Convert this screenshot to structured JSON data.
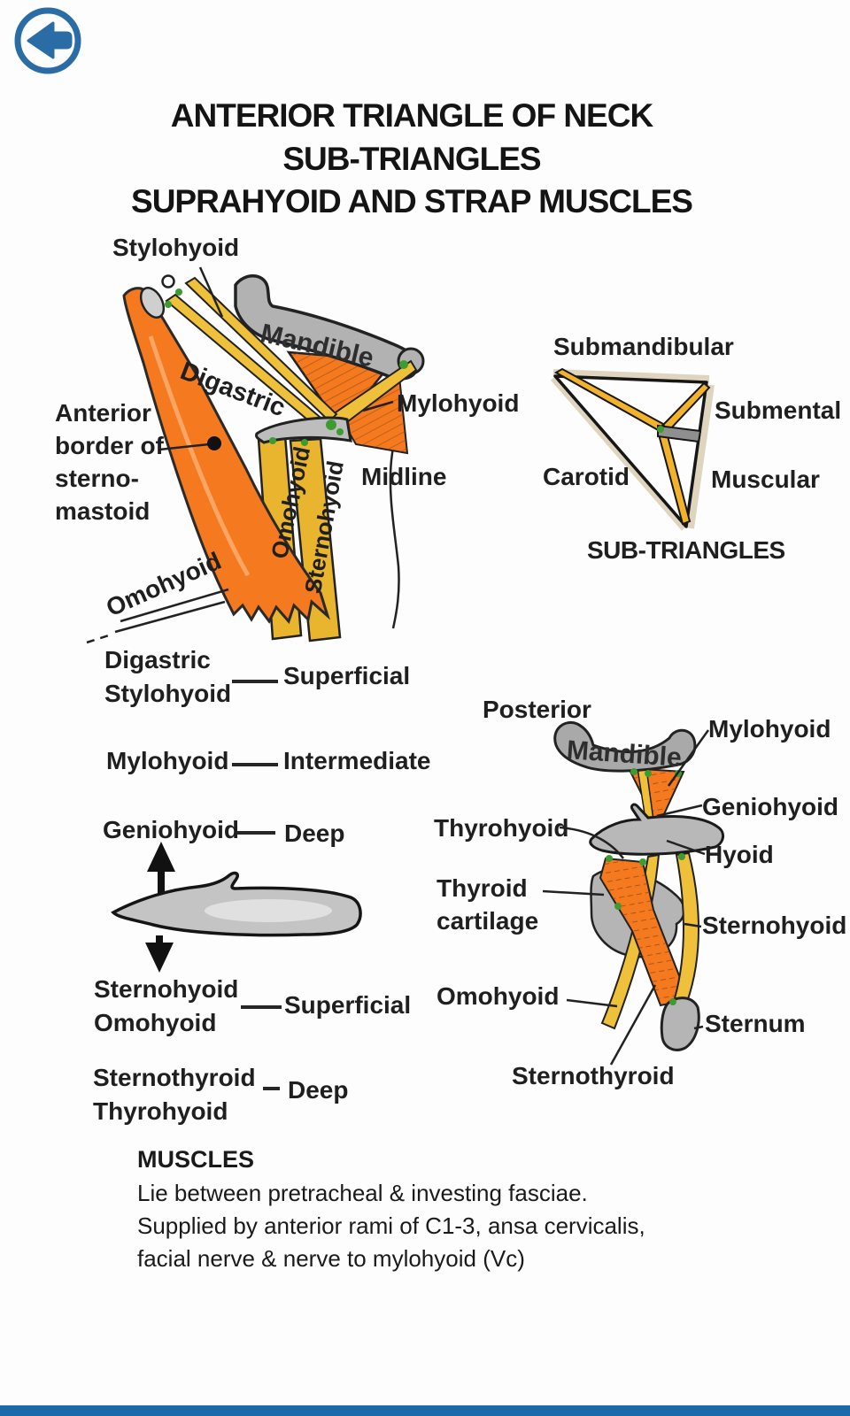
{
  "icons": {
    "back": "left-arrow-in-circle"
  },
  "title": {
    "lines": [
      "ANTERIOR TRIANGLE OF NECK",
      "SUB-TRIANGLES",
      "SUPRAHYOID AND STRAP MUSCLES"
    ]
  },
  "main_diagram": {
    "labels": {
      "stylohyoid": "Stylohyoid",
      "mandible": "Mandible",
      "digastric": "Digastric",
      "mylohyoid": "Mylohyoid",
      "anterior_border_lines": [
        "Anterior",
        "border of",
        "sterno-",
        "mastoid"
      ],
      "midline": "Midline",
      "strap_omohyoid": "Omohyoid",
      "strap_sternohyoid": "Sternohyoid",
      "omohyoid": "Omohyoid"
    }
  },
  "subtriangles": {
    "labels": {
      "submandibular": "Submandibular",
      "submental": "Submental",
      "carotid": "Carotid",
      "muscular": "Muscular"
    },
    "caption": "SUB-TRIANGLES"
  },
  "layers": {
    "groups": [
      {
        "muscles": [
          "Digastric",
          "Stylohyoid"
        ],
        "depth": "Superficial"
      },
      {
        "muscles": [
          "Mylohyoid"
        ],
        "depth": "Intermediate"
      },
      {
        "muscles": [
          "Geniohyoid"
        ],
        "depth": "Deep"
      },
      {
        "muscles": [
          "Sternohyoid",
          "Omohyoid"
        ],
        "depth": "Superficial"
      },
      {
        "muscles": [
          "Sternothyroid",
          "Thyrohyoid"
        ],
        "depth": "Deep"
      }
    ]
  },
  "sagittal_diagram": {
    "labels": {
      "posterior": "Posterior",
      "mandible": "Mandible",
      "mylohyoid": "Mylohyoid",
      "geniohyoid": "Geniohyoid",
      "thyrohyoid": "Thyrohyoid",
      "hyoid": "Hyoid",
      "thyroid_cartilage_lines": [
        "Thyroid",
        "cartilage"
      ],
      "sternohyoid": "Sternohyoid",
      "omohyoid": "Omohyoid",
      "sternum": "Sternum",
      "sternothyroid": "Sternothyroid"
    }
  },
  "notes": {
    "heading": "MUSCLES",
    "lines": [
      "Lie between pretracheal & investing fasciae.",
      "Supplied by anterior rami of C1-3, ansa cervicalis,",
      "facial nerve & nerve to mylohyoid (Vc)"
    ]
  },
  "colors": {
    "accent_blue": "#2a6da6",
    "muscle_orange": "#f5791f",
    "tendon_yellow": "#efc13a",
    "bone_gray": "#b5b5b5",
    "attachment_green": "#3f9b30",
    "ink": "#1c1c1c"
  }
}
